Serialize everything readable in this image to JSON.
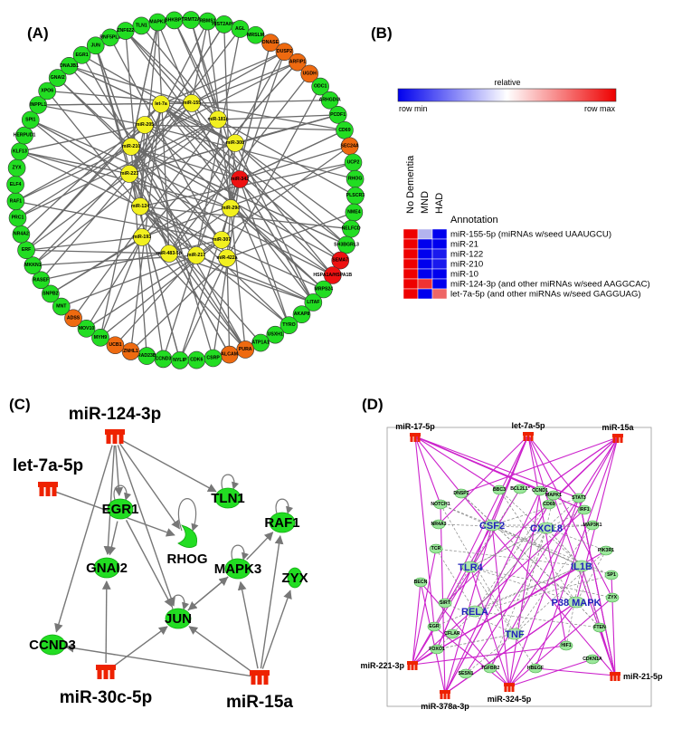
{
  "panels": {
    "A": "(A)",
    "B": "(B)",
    "C": "(C)",
    "D": "(D)"
  },
  "colors": {
    "green": "#22dd22",
    "yellow": "#f2f020",
    "orange": "#ee6a10",
    "red": "#ee1111",
    "mirna_red": "#ee2200",
    "magenta": "#cc22cc"
  },
  "panelA": {
    "ring": [
      {
        "label": "TLN1",
        "color": "green"
      },
      {
        "label": "MAPK3",
        "color": "green"
      },
      {
        "label": "SHKBP1",
        "color": "green"
      },
      {
        "label": "TRMT2A",
        "color": "green"
      },
      {
        "label": "RBMS1",
        "color": "green"
      },
      {
        "label": "HIST2A/H2",
        "color": "green"
      },
      {
        "label": "AGL",
        "color": "green"
      },
      {
        "label": "MRSLM",
        "color": "green"
      },
      {
        "label": "DNASE",
        "color": "orange"
      },
      {
        "label": "DUSP2",
        "color": "orange"
      },
      {
        "label": "ARFIP1",
        "color": "orange"
      },
      {
        "label": "UGDH",
        "color": "orange"
      },
      {
        "label": "ODC1",
        "color": "green"
      },
      {
        "label": "ARHGDIA",
        "color": "green"
      },
      {
        "label": "PCDF1",
        "color": "green"
      },
      {
        "label": "CD69",
        "color": "green"
      },
      {
        "label": "SEC24A",
        "color": "orange"
      },
      {
        "label": "UCP2",
        "color": "green"
      },
      {
        "label": "RHOG",
        "color": "green"
      },
      {
        "label": "PLSCR3",
        "color": "green"
      },
      {
        "label": "NME4",
        "color": "green"
      },
      {
        "label": "NELFCD",
        "color": "green"
      },
      {
        "label": "SH3BGRL3",
        "color": "green"
      },
      {
        "label": "SEMA7",
        "color": "red"
      },
      {
        "label": "HSPA1A/HSPA1B",
        "color": "red"
      },
      {
        "label": "MRPS24",
        "color": "green"
      },
      {
        "label": "LITAF",
        "color": "green"
      },
      {
        "label": "AKAP8",
        "color": "green"
      },
      {
        "label": "TYRO",
        "color": "green"
      },
      {
        "label": "USXH1",
        "color": "green"
      },
      {
        "label": "ATP1A1",
        "color": "green"
      },
      {
        "label": "PURA",
        "color": "orange"
      },
      {
        "label": "ALCAM",
        "color": "orange"
      },
      {
        "label": "CSRP",
        "color": "green"
      },
      {
        "label": "CDK6",
        "color": "green"
      },
      {
        "label": "NYLIP",
        "color": "green"
      },
      {
        "label": "CCND3",
        "color": "green"
      },
      {
        "label": "RAD23B",
        "color": "green"
      },
      {
        "label": "ZNHL1",
        "color": "orange"
      },
      {
        "label": "UCB1",
        "color": "orange"
      },
      {
        "label": "MYH9",
        "color": "green"
      },
      {
        "label": "MOV10",
        "color": "green"
      },
      {
        "label": "ADSS",
        "color": "orange"
      },
      {
        "label": "MNT",
        "color": "green"
      },
      {
        "label": "SNPB2",
        "color": "green"
      },
      {
        "label": "RASEF",
        "color": "green"
      },
      {
        "label": "MKKN1",
        "color": "green"
      },
      {
        "label": "ERF",
        "color": "green"
      },
      {
        "label": "NR4A2",
        "color": "green"
      },
      {
        "label": "PRC1",
        "color": "green"
      },
      {
        "label": "RAF1",
        "color": "green"
      },
      {
        "label": "ELF4",
        "color": "green"
      },
      {
        "label": "ZYX",
        "color": "green"
      },
      {
        "label": "KLF13",
        "color": "green"
      },
      {
        "label": "HERPUD1",
        "color": "green"
      },
      {
        "label": "SPI1",
        "color": "green"
      },
      {
        "label": "INPPL1",
        "color": "green"
      },
      {
        "label": "XPO6",
        "color": "green"
      },
      {
        "label": "GNAI2",
        "color": "green"
      },
      {
        "label": "DNAJB1",
        "color": "green"
      },
      {
        "label": "EGR1",
        "color": "green"
      },
      {
        "label": "JUN",
        "color": "green"
      },
      {
        "label": "RNF5PL1",
        "color": "green"
      },
      {
        "label": "ZNF622",
        "color": "green"
      }
    ],
    "inner": [
      {
        "label": "let-7a",
        "color": "yellow"
      },
      {
        "label": "miR-155",
        "color": "yellow"
      },
      {
        "label": "miR-181c",
        "color": "yellow"
      },
      {
        "label": "miR-205",
        "color": "yellow"
      },
      {
        "label": "miR-210",
        "color": "yellow"
      },
      {
        "label": "miR-30b",
        "color": "yellow"
      },
      {
        "label": "miR-223",
        "color": "yellow"
      },
      {
        "label": "miR-342",
        "color": "red"
      },
      {
        "label": "miR-124",
        "color": "yellow"
      },
      {
        "label": "miR-29c",
        "color": "yellow"
      },
      {
        "label": "miR-193",
        "color": "yellow"
      },
      {
        "label": "miR-307",
        "color": "yellow"
      },
      {
        "label": "miR-483-5p",
        "color": "yellow"
      },
      {
        "label": "miR-217",
        "color": "yellow"
      },
      {
        "label": "miR-422a",
        "color": "yellow"
      }
    ]
  },
  "panelB": {
    "scale_title": "relative",
    "scale_min": "row min",
    "scale_max": "row max",
    "columns": [
      "No Dementia",
      "MND",
      "HAD"
    ],
    "annotation_title": "Annotation",
    "rows": [
      {
        "label": "miR-155-5p (miRNAs w/seed UAAUGCU)",
        "cells": [
          1.0,
          0.35,
          0.0
        ]
      },
      {
        "label": "miR-21",
        "cells": [
          1.0,
          0.0,
          0.0
        ]
      },
      {
        "label": "miR-122",
        "cells": [
          1.0,
          0.0,
          0.05
        ]
      },
      {
        "label": "miR-210",
        "cells": [
          1.0,
          0.0,
          0.05
        ]
      },
      {
        "label": "miR-10",
        "cells": [
          1.0,
          0.0,
          0.0
        ]
      },
      {
        "label": "miR-124-3p (and other miRNAs w/seed AAGGCAC)",
        "cells": [
          1.0,
          0.9,
          0.0
        ]
      },
      {
        "label": "let-7a-5p (and other miRNAs w/seed GAGGUAG)",
        "cells": [
          1.0,
          0.0,
          0.8
        ]
      }
    ]
  },
  "panelC": {
    "mirnas": [
      "miR-124-3p",
      "let-7a-5p",
      "miR-30c-5p",
      "miR-15a"
    ],
    "genes": [
      "EGR1",
      "TLN1",
      "RAF1",
      "RHOG",
      "GNAI2",
      "MAPK3",
      "ZYX",
      "JUN",
      "CCND3"
    ]
  },
  "panelD": {
    "mirnas": [
      "miR-17-5p",
      "let-7a-5p",
      "miR-15a",
      "miR-221-3p",
      "miR-378a-3p",
      "miR-324-5p",
      "miR-21-5p"
    ],
    "hubs": [
      "CSF2",
      "CXCL8",
      "TLR4",
      "IL1B",
      "RELA",
      "P38 MAPK",
      "TNF"
    ],
    "small": [
      "DNSP2",
      "BBC3",
      "BCL2L1*",
      "CCND1",
      "CD69",
      "IRF1",
      "MAP3K1",
      "NOTCH1",
      "NR4A3",
      "TCR",
      "PIK3R1",
      "BECN",
      "SP1",
      "SIRT",
      "EGR",
      "FTEN",
      "FOXO1",
      "HIF1",
      "CDKN1A",
      "HBEGF",
      "TGFBR2",
      "SESN1",
      "ZYX",
      "MAPK1",
      "STAT3",
      "CFLAR"
    ]
  }
}
